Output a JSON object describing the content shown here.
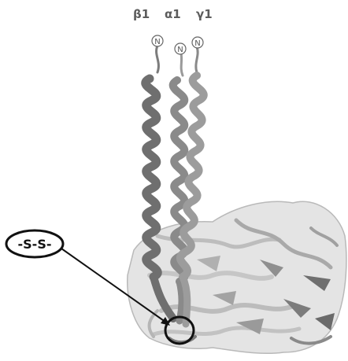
{
  "chain_labels": {
    "beta": "β1",
    "alpha": "α1",
    "gamma": "γ1"
  },
  "n_terminus": "N",
  "disulfide_label": "-S-S-",
  "colors": {
    "coiled_coil_dark": "#6f6f6f",
    "coiled_coil_mid": "#8a8a8a",
    "coiled_coil_light": "#a8a8a8",
    "globular_domain": "#c9c9c9",
    "globular_dark": "#7a7a7a",
    "callout": "#111111"
  }
}
